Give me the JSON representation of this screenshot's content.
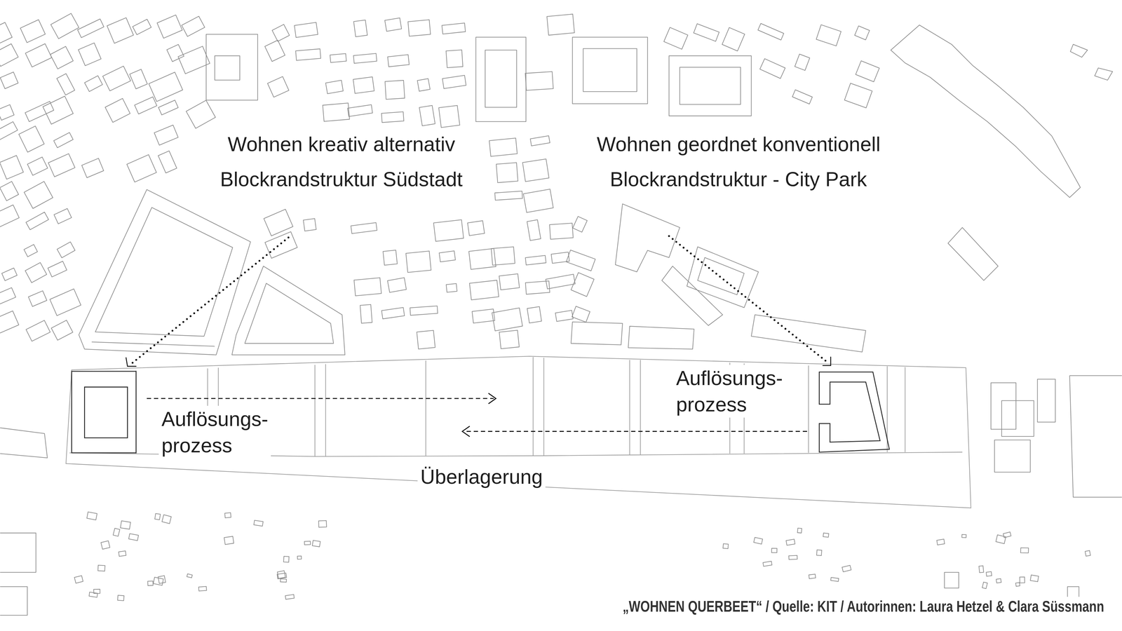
{
  "diagram": {
    "caption": "„WOHNEN QUERBEET“ / Quelle: KIT / Autorinnen: Laura Hetzel & Clara Süssmann",
    "labels": [
      "Wohnen kreativ alternativ",
      "Blockrandstruktur Südstadt",
      "Wohnen geordnet konventionell",
      "Blockrandstruktur - City Park",
      "Auflösungs- prozess",
      "Auflösungs- prozess",
      "Überlagerung"
    ]
  }
}
